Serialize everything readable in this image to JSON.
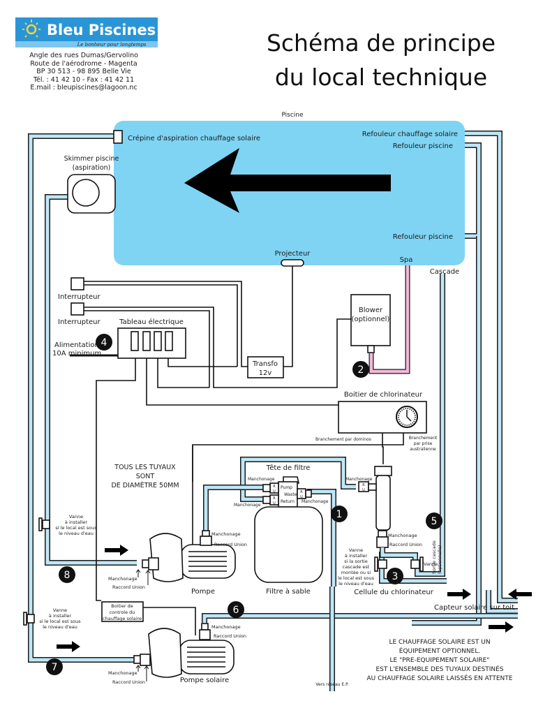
{
  "logo": {
    "brand": "Bleu Piscines",
    "tagline": "Le bonheur pour longtemps",
    "brand_color": "#2a95d6",
    "address": [
      "Angle des rues Dumas/Gervolino",
      "Route de l'aérodrome - Magenta",
      "BP 30 513 - 98 895 Belle Vie",
      "Tél. : 41 42 10 - Fax : 41 42 11",
      "E.mail : bleupiscines@lagoon.nc"
    ]
  },
  "title": {
    "line1": "Schéma de principe",
    "line2": "du local technique"
  },
  "colors": {
    "pool": "#7fd4f4",
    "pipe": "#bfe6f6",
    "spa_pipe": "#f2b8d8"
  },
  "pool": {
    "label": "Piscine",
    "crepine": "Crépine d'aspiration chauffage solaire",
    "skimmer_line1": "Skimmer piscine",
    "skimmer_line2": "(aspiration)",
    "refouleur_solaire": "Refouleur chauffage solaire",
    "refouleur_piscine_top": "Refouleur piscine",
    "refouleur_piscine_bottom": "Refouleur piscine",
    "projecteur": "Projecteur",
    "spa": "Spa",
    "cascade": "Cascade"
  },
  "electrical": {
    "interrupteur1": "Interrupteur",
    "interrupteur2": "Interrupteur",
    "tableau": "Tableau électrique",
    "alimentation_line1": "Alimentation",
    "alimentation_line2": "10A minimum",
    "transfo_line1": "Transfo",
    "transfo_line2": "12v",
    "blower_line1": "Blower",
    "blower_line2": "(optionnel)",
    "boitier_chlorinateur": "Boitier de chlorinateur",
    "branchement_dominos": "Branchement par dominos",
    "branchement_prise": [
      "Branchement",
      "par prise",
      "australienne"
    ]
  },
  "note_tuyaux": [
    "TOUS LES TUYAUX",
    "SONT",
    "DE DIAMÈTRE 50MM"
  ],
  "filter": {
    "tete": "Tête de filtre",
    "manchonage": "Manchonage",
    "pump": "Pump",
    "waste": "Waste",
    "return": "Return",
    "ru_r": "R",
    "ru_u": "U",
    "filtre": "Filtre à sable"
  },
  "pompe": {
    "label": "Pompe",
    "manchonage": "Manchonage",
    "raccord": "Raccord Union"
  },
  "pompe_solaire": {
    "label": "Pompe solaire",
    "manchonage": "Manchonage",
    "raccord": "Raccord Union",
    "boitier": [
      "Boitier de",
      "controle du",
      "chauffage solaire"
    ]
  },
  "vanne_note": [
    "Vanne",
    "à installer",
    "si le local est sous",
    "le niveau d'eau"
  ],
  "chlorinateur": {
    "cellule": "Cellule du chlorinateur",
    "manchonage": "Manchonage",
    "raccord": "Raccord Union",
    "vanne": "Vanne",
    "vanne_note": [
      "Vanne",
      "à installer",
      "si la sortie",
      "cascade est",
      "montée ou si",
      "le local est sous",
      "le niveau d'eau"
    ],
    "sortie_cascade": [
      "Sortie cascade",
      "(optionnelle)"
    ]
  },
  "capteur": "Capteur solaire sur toit",
  "vers_reseau": "Vers réseau E.P.",
  "note_solaire": [
    "LE CHAUFFAGE SOLAIRE EST UN",
    "ÉQUIPEMENT OPTIONNEL.",
    "LE \"PRE-EQUIPEMENT SOLAIRE\"",
    "EST L'ENSEMBLE DES TUYAUX DESTINÉS",
    "AU CHAUFFAGE SOLAIRE LAISSÉS EN ATTENTE"
  ],
  "badges": [
    "1",
    "2",
    "3",
    "4",
    "5",
    "6",
    "7",
    "8"
  ]
}
